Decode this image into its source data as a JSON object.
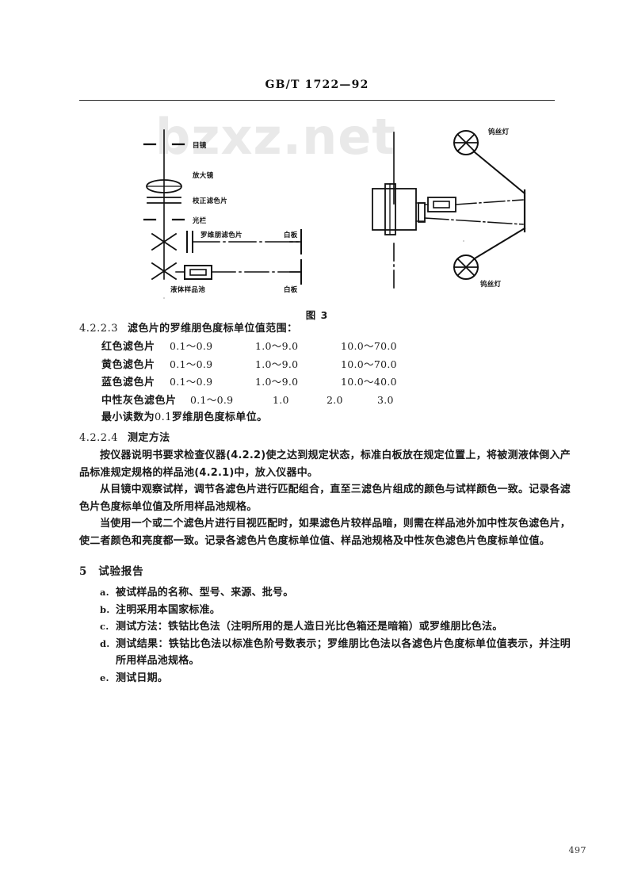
{
  "header": {
    "standard_number": "GB/T 1722—92"
  },
  "watermark": {
    "text": "bzxz.net"
  },
  "figure": {
    "caption": "图 3",
    "left_diagram": {
      "labels": {
        "eyepiece": "目镜",
        "magnifier": "放大镜",
        "correction_filter": "校正滤色片",
        "aperture": "光栏",
        "lovibond_filter": "罗维朋滤色片",
        "white_board_top": "白板",
        "liquid_sample_cell": "液体样品池",
        "white_board_bottom": "白板"
      }
    },
    "right_diagram": {
      "labels": {
        "lamp_top": "钨丝灯",
        "lamp_bottom": "钨丝灯"
      }
    }
  },
  "clause_4223": {
    "number": "4.2.2.3",
    "title": "滤色片的罗维朋色度标单位值范围：",
    "rows": [
      {
        "name": "红色滤色片",
        "values": [
          "0.1～0.9",
          "1.0～9.0",
          "10.0～70.0"
        ]
      },
      {
        "name": "黄色滤色片",
        "values": [
          "0.1～0.9",
          "1.0～9.0",
          "10.0～70.0"
        ]
      },
      {
        "name": "蓝色滤色片",
        "values": [
          "0.1～0.9",
          "1.0～9.0",
          "10.0～40.0"
        ]
      }
    ],
    "neutral_row": {
      "name": "中性灰色滤色片",
      "values": [
        "0.1～0.9",
        "1.0",
        "2.0",
        "3.0"
      ]
    },
    "note_prefix": "最小读数为",
    "note_value": "0.1",
    "note_suffix": "罗维朋色度标单位。"
  },
  "clause_4224": {
    "number": "4.2.2.4",
    "title": "测定方法",
    "paragraphs": [
      "按仪器说明书要求检查仪器(4.2.2)使之达到规定状态，标准白板放在规定位置上，将被测液体倒入产品标准规定规格的样品池(4.2.1)中，放入仪器中。",
      "从目镜中观察试样，调节各滤色片进行匹配组合，直至三滤色片组成的颜色与试样颜色一致。记录各滤色片色度标单位值及所用样品池规格。",
      "当使用一个或二个滤色片进行目视匹配时，如果滤色片较样品暗，则需在样品池外加中性灰色滤色片，使二者颜色和亮度都一致。记录各滤色片色度标单位值、样品池规格及中性灰色滤色片色度标单位值。"
    ]
  },
  "section_5": {
    "number": "5",
    "title": "试验报告",
    "items": [
      {
        "marker": "a.",
        "text": "被试样品的名称、型号、来源、批号。"
      },
      {
        "marker": "b.",
        "text": "注明采用本国家标准。"
      },
      {
        "marker": "c.",
        "text": "测试方法：铁钴比色法（注明所用的是人造日光比色箱还是暗箱）或罗维朋比色法。"
      },
      {
        "marker": "d.",
        "text": "测试结果：铁钴比色法以标准色阶号数表示；罗维朋比色法以各滤色片色度标单位值表示，并注明所用样品池规格。"
      },
      {
        "marker": "e.",
        "text": "测试日期。"
      }
    ]
  },
  "footer": {
    "page_number": "497"
  }
}
